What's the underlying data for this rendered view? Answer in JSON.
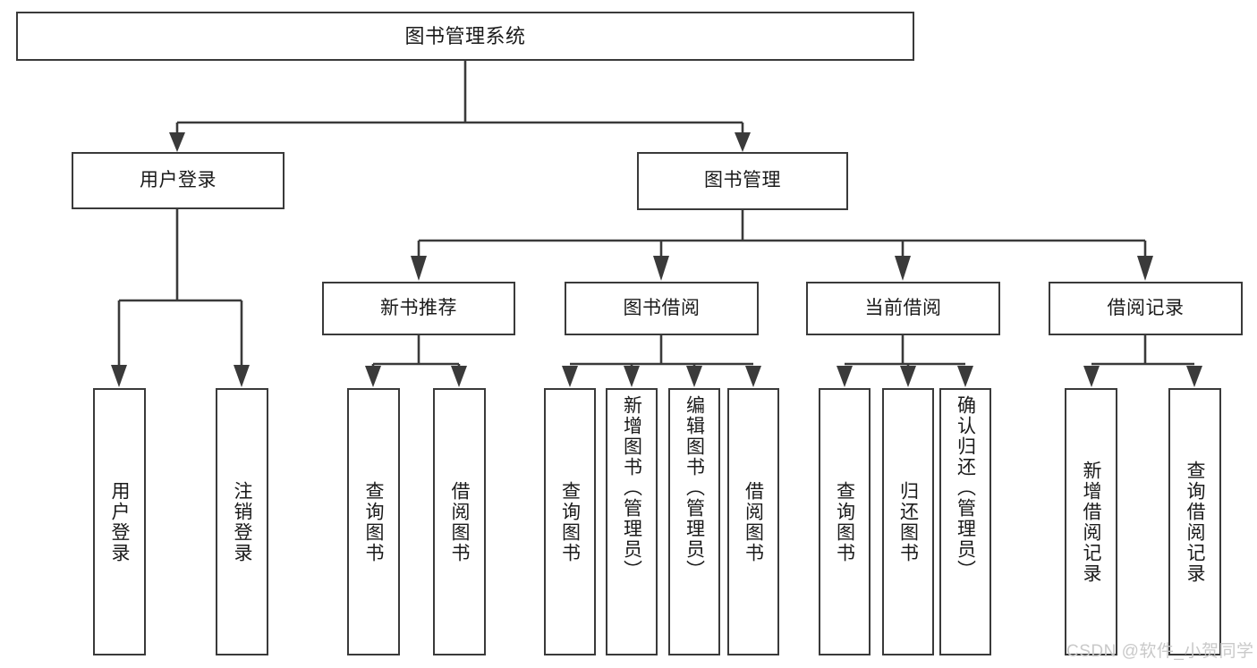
{
  "diagram": {
    "title": "图书管理系统",
    "type": "tree",
    "orientation": "top-down",
    "colors": {
      "box_border": "#3a3a3a",
      "box_fill": "#ffffff",
      "connector": "#3a3a3a",
      "text": "#1a1a1a",
      "watermark": "#c9c9c9",
      "background": "#ffffff"
    },
    "nodes": {
      "root": {
        "label": "图书管理系统"
      },
      "level1": [
        {
          "id": "user-login",
          "label": "用户登录"
        },
        {
          "id": "book-manage",
          "label": "图书管理"
        }
      ],
      "level2": [
        {
          "id": "new-book-recommend",
          "label": "新书推荐"
        },
        {
          "id": "book-borrow",
          "label": "图书借阅"
        },
        {
          "id": "current-borrow",
          "label": "当前借阅"
        },
        {
          "id": "borrow-record",
          "label": "借阅记录"
        }
      ],
      "leaves": {
        "user-login": [
          {
            "id": "leaf-user-login",
            "label": "用户登录"
          },
          {
            "id": "leaf-logout-login",
            "label": "注销登录"
          }
        ],
        "new-book-recommend": [
          {
            "id": "leaf-query-book-1",
            "label": "查询图书"
          },
          {
            "id": "leaf-borrow-book-1",
            "label": "借阅图书"
          }
        ],
        "book-borrow": [
          {
            "id": "leaf-query-book-2",
            "label": "查询图书"
          },
          {
            "id": "leaf-add-book",
            "label": "新增图书（管理员）"
          },
          {
            "id": "leaf-edit-book",
            "label": "编辑图书（管理员）"
          },
          {
            "id": "leaf-borrow-book-2",
            "label": "借阅图书"
          }
        ],
        "current-borrow": [
          {
            "id": "leaf-query-book-3",
            "label": "查询图书"
          },
          {
            "id": "leaf-return-book",
            "label": "归还图书"
          },
          {
            "id": "leaf-confirm-return",
            "label": "确认归还（管理员）"
          }
        ],
        "borrow-record": [
          {
            "id": "leaf-add-record",
            "label": "新增借阅记录"
          },
          {
            "id": "leaf-query-record",
            "label": "查询借阅记录"
          }
        ]
      }
    },
    "edges": [
      {
        "from": "root",
        "to": "user-login"
      },
      {
        "from": "root",
        "to": "book-manage"
      },
      {
        "from": "user-login",
        "to": "leaf-user-login"
      },
      {
        "from": "user-login",
        "to": "leaf-logout-login"
      },
      {
        "from": "book-manage",
        "to": "new-book-recommend"
      },
      {
        "from": "book-manage",
        "to": "book-borrow"
      },
      {
        "from": "book-manage",
        "to": "current-borrow"
      },
      {
        "from": "book-manage",
        "to": "borrow-record"
      },
      {
        "from": "new-book-recommend",
        "to": "leaf-query-book-1"
      },
      {
        "from": "new-book-recommend",
        "to": "leaf-borrow-book-1"
      },
      {
        "from": "book-borrow",
        "to": "leaf-query-book-2"
      },
      {
        "from": "book-borrow",
        "to": "leaf-add-book"
      },
      {
        "from": "book-borrow",
        "to": "leaf-edit-book"
      },
      {
        "from": "book-borrow",
        "to": "leaf-borrow-book-2"
      },
      {
        "from": "current-borrow",
        "to": "leaf-query-book-3"
      },
      {
        "from": "current-borrow",
        "to": "leaf-return-book"
      },
      {
        "from": "current-borrow",
        "to": "leaf-confirm-return"
      },
      {
        "from": "borrow-record",
        "to": "leaf-add-record"
      },
      {
        "from": "borrow-record",
        "to": "leaf-query-record"
      }
    ]
  },
  "watermark": {
    "text": "CSDN @软件_小贺同学"
  }
}
